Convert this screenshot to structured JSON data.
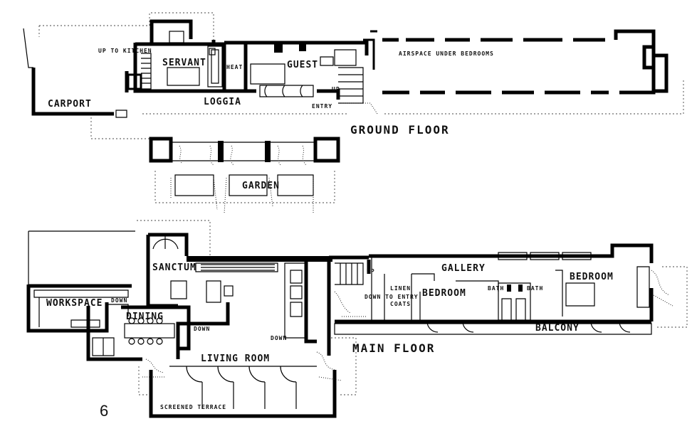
{
  "ground_floor": {
    "title": "GROUND FLOOR",
    "rooms": {
      "carport": "CARPORT",
      "up_to_kitchen": "UP TO KITCHEN",
      "servant": "SERVANT",
      "heat": "HEAT",
      "guest": "GUEST",
      "loggia": "LOGGIA",
      "entry": "ENTRY",
      "up": "UP",
      "airspace": "AIRSPACE UNDER BEDROOMS",
      "garden": "GARDEN"
    }
  },
  "main_floor": {
    "title": "MAIN FLOOR",
    "rooms": {
      "workspace": "WORKSPACE",
      "down_work": "DOWN",
      "sanctum": "SANCTUM",
      "dining": "DINING",
      "down_dining": "DOWN",
      "down_living": "DOWN",
      "living_room": "LIVING ROOM",
      "screened_terrace": "SCREENED TERRACE",
      "up": "UP",
      "down_to_entry": "DOWN TO ENTRY",
      "linen": "LINEN",
      "coats": "COATS",
      "gallery": "GALLERY",
      "bedroom_1": "BEDROOM",
      "bath_1": "BATH",
      "bath_2": "BATH",
      "bedroom_2": "BEDROOM",
      "balcony": "BALCONY"
    }
  },
  "figure_number": "6"
}
